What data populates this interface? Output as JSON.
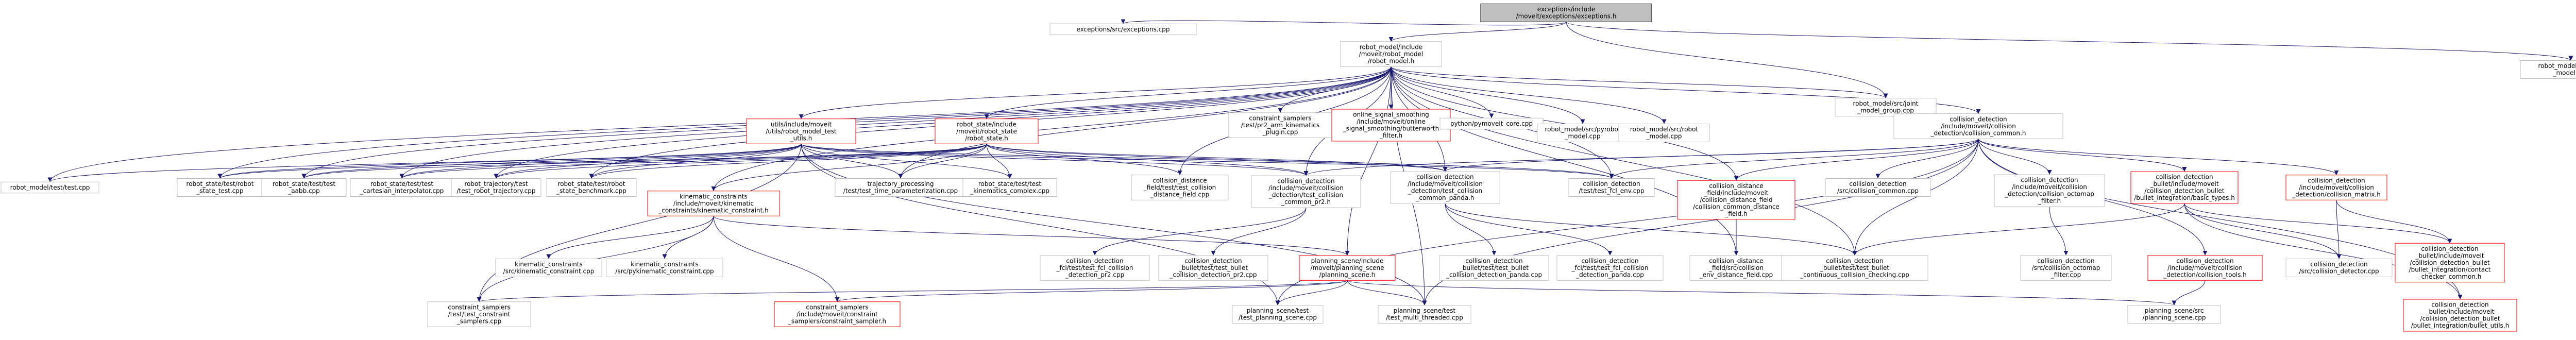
{
  "graph": {
    "colors": {
      "edge": "#191970",
      "node_border": "#bfbfbf",
      "node_border_incomplete": "#ff0000",
      "root_fill": "#bfbfbf",
      "root_border": "#000000",
      "text": "#000000",
      "background": "#ffffff"
    },
    "nodes": [
      {
        "id": "n0",
        "lines": [
          "exceptions/include",
          "/moveit/exceptions/exceptions.h"
        ],
        "root": true
      },
      {
        "id": "n1",
        "lines": [
          "exceptions/src/exceptions.cpp"
        ]
      },
      {
        "id": "n2",
        "lines": [
          "robot_model/include",
          "/moveit/robot_model",
          "/robot_model.h"
        ]
      },
      {
        "id": "n3",
        "lines": [
          "robot_model/src/joint",
          "_model_group.cpp"
        ]
      },
      {
        "id": "n4",
        "lines": [
          "robot_model/src/joint",
          "_model.cpp"
        ]
      },
      {
        "id": "n5",
        "lines": [
          "utils/include/moveit",
          "/utils/robot_model_test",
          "_utils.h"
        ],
        "incomplete": true
      },
      {
        "id": "n6",
        "lines": [
          "robot_state/include",
          "/moveit/robot_state",
          "/robot_state.h"
        ],
        "incomplete": true
      },
      {
        "id": "n7",
        "lines": [
          "constraint_samplers",
          "/test/pr2_arm_kinematics",
          "_plugin.cpp"
        ]
      },
      {
        "id": "n8",
        "lines": [
          "online_signal_smoothing",
          "/include/moveit/online",
          "_signal_smoothing/butterworth",
          "_filter.h"
        ],
        "incomplete": true
      },
      {
        "id": "n9",
        "lines": [
          "python/pymoveit_core.cpp"
        ]
      },
      {
        "id": "n10",
        "lines": [
          "robot_model/src/pyrobot",
          "_model.cpp"
        ]
      },
      {
        "id": "n11",
        "lines": [
          "robot_model/src/robot",
          "_model.cpp"
        ]
      },
      {
        "id": "n12",
        "lines": [
          "collision_detection",
          "/include/moveit/collision",
          "_detection/collision_common.h"
        ]
      },
      {
        "id": "n13",
        "lines": [
          "robot_model/test/test.cpp"
        ]
      },
      {
        "id": "n14",
        "lines": [
          "robot_state/test/robot",
          "_state_test.cpp"
        ]
      },
      {
        "id": "n15",
        "lines": [
          "robot_state/test/test",
          "_aabb.cpp"
        ]
      },
      {
        "id": "n16",
        "lines": [
          "robot_state/test/test",
          "_cartesian_interpolator.cpp"
        ]
      },
      {
        "id": "n17",
        "lines": [
          "robot_trajectory/test",
          "/test_robot_trajectory.cpp"
        ]
      },
      {
        "id": "n18",
        "lines": [
          "robot_state/test/robot",
          "_state_benchmark.cpp"
        ]
      },
      {
        "id": "n19",
        "lines": [
          "kinematic_constraints",
          "/include/moveit/kinematic",
          "_constraints/kinematic_constraint.h"
        ],
        "incomplete": true
      },
      {
        "id": "n20",
        "lines": [
          "trajectory_processing",
          "/test/test_time_parameterization.cpp"
        ]
      },
      {
        "id": "n21",
        "lines": [
          "robot_state/test/test",
          "_kinematics_complex.cpp"
        ]
      },
      {
        "id": "n22",
        "lines": [
          "collision_distance",
          "_field/test/test_collision",
          "_distance_field.cpp"
        ]
      },
      {
        "id": "n23",
        "lines": [
          "collision_detection",
          "/include/moveit/collision",
          "_detection/test_collision",
          "_common_pr2.h"
        ]
      },
      {
        "id": "n24",
        "lines": [
          "collision_detection",
          "/include/moveit/collision",
          "_detection/test_collision",
          "_common_panda.h"
        ]
      },
      {
        "id": "n25",
        "lines": [
          "collision_detection",
          "/test/test_fcl_env.cpp"
        ]
      },
      {
        "id": "n26",
        "lines": [
          "collision_distance",
          "_field/include/moveit",
          "/collision_distance_field",
          "/collision_common_distance",
          "_field.h"
        ],
        "incomplete": true
      },
      {
        "id": "n27",
        "lines": [
          "collision_detection",
          "/src/collision_common.cpp"
        ]
      },
      {
        "id": "n28",
        "lines": [
          "collision_detection",
          "/include/moveit/collision",
          "_detection/collision_octomap",
          "_filter.h"
        ]
      },
      {
        "id": "n29",
        "lines": [
          "collision_detection",
          "_bullet/include/moveit",
          "/collision_detection_bullet",
          "/bullet_integration/basic_types.h"
        ],
        "incomplete": true
      },
      {
        "id": "n30",
        "lines": [
          "collision_detection",
          "/include/moveit/collision",
          "_detection/collision_matrix.h"
        ],
        "incomplete": true
      },
      {
        "id": "n31",
        "lines": [
          "kinematic_constraints",
          "/src/kinematic_constraint.cpp"
        ]
      },
      {
        "id": "n32",
        "lines": [
          "kinematic_constraints",
          "/src/pykinematic_constraint.cpp"
        ]
      },
      {
        "id": "n33",
        "lines": [
          "collision_detection",
          "_fcl/test/test_fcl_collision",
          "_detection_pr2.cpp"
        ]
      },
      {
        "id": "n34",
        "lines": [
          "collision_detection",
          "_bullet/test/test_bullet",
          "_collision_detection_pr2.cpp"
        ]
      },
      {
        "id": "n35",
        "lines": [
          "planning_scene/include",
          "/moveit/planning_scene",
          "/planning_scene.h"
        ],
        "incomplete": true
      },
      {
        "id": "n36",
        "lines": [
          "collision_detection",
          "_bullet/test/test_bullet",
          "_collision_detection_panda.cpp"
        ]
      },
      {
        "id": "n37",
        "lines": [
          "collision_detection",
          "_fcl/test/test_fcl_collision",
          "_detection_panda.cpp"
        ]
      },
      {
        "id": "n38",
        "lines": [
          "collision_distance",
          "_field/src/collision",
          "_env_distance_field.cpp"
        ]
      },
      {
        "id": "n39",
        "lines": [
          "collision_detection",
          "_bullet/test/test_bullet",
          "_continuous_collision_checking.cpp"
        ]
      },
      {
        "id": "n40",
        "lines": [
          "collision_detection",
          "/src/collision_octomap",
          "_filter.cpp"
        ]
      },
      {
        "id": "n41",
        "lines": [
          "collision_detection",
          "/include/moveit/collision",
          "_detection/collision_tools.h"
        ],
        "incomplete": true
      },
      {
        "id": "n42",
        "lines": [
          "collision_detection",
          "/src/collision_detector.cpp"
        ]
      },
      {
        "id": "n43",
        "lines": [
          "collision_detection",
          "_bullet/include/moveit",
          "/collision_detection_bullet",
          "/bullet_integration/contact",
          "_checker_common.h"
        ],
        "incomplete": true
      },
      {
        "id": "n44",
        "lines": [
          "constraint_samplers",
          "/test/test_constraint",
          "_samplers.cpp"
        ]
      },
      {
        "id": "n45",
        "lines": [
          "constraint_samplers",
          "/include/moveit/constraint",
          "_samplers/constraint_sampler.h"
        ],
        "incomplete": true
      },
      {
        "id": "n46",
        "lines": [
          "planning_scene/test",
          "/test_planning_scene.cpp"
        ]
      },
      {
        "id": "n47",
        "lines": [
          "planning_scene/test",
          "/test_multi_threaded.cpp"
        ]
      },
      {
        "id": "n48",
        "lines": [
          "planning_scene/src",
          "/planning_scene.cpp"
        ]
      },
      {
        "id": "n49",
        "lines": [
          "collision_detection",
          "_bullet/include/moveit",
          "/collision_detection_bullet",
          "/bullet_integration/bullet_utils.h"
        ],
        "incomplete": true
      }
    ],
    "edges": [
      [
        "n0",
        "n1"
      ],
      [
        "n0",
        "n2"
      ],
      [
        "n0",
        "n3"
      ],
      [
        "n0",
        "n4"
      ],
      [
        "n2",
        "n3"
      ],
      [
        "n2",
        "n5"
      ],
      [
        "n2",
        "n6"
      ],
      [
        "n2",
        "n7"
      ],
      [
        "n2",
        "n8"
      ],
      [
        "n2",
        "n9"
      ],
      [
        "n2",
        "n10"
      ],
      [
        "n2",
        "n11"
      ],
      [
        "n2",
        "n12"
      ],
      [
        "n2",
        "n13"
      ],
      [
        "n2",
        "n14"
      ],
      [
        "n2",
        "n15"
      ],
      [
        "n2",
        "n16"
      ],
      [
        "n2",
        "n17"
      ],
      [
        "n2",
        "n18"
      ],
      [
        "n2",
        "n19"
      ],
      [
        "n2",
        "n20"
      ],
      [
        "n2",
        "n22"
      ],
      [
        "n2",
        "n23"
      ],
      [
        "n2",
        "n24"
      ],
      [
        "n2",
        "n25"
      ],
      [
        "n2",
        "n26"
      ],
      [
        "n2",
        "n35"
      ],
      [
        "n2",
        "n38"
      ],
      [
        "n2",
        "n39"
      ],
      [
        "n2",
        "n47"
      ],
      [
        "n5",
        "n13"
      ],
      [
        "n5",
        "n14"
      ],
      [
        "n5",
        "n15"
      ],
      [
        "n5",
        "n16"
      ],
      [
        "n5",
        "n17"
      ],
      [
        "n5",
        "n18"
      ],
      [
        "n5",
        "n20"
      ],
      [
        "n5",
        "n21"
      ],
      [
        "n5",
        "n23"
      ],
      [
        "n5",
        "n24"
      ],
      [
        "n5",
        "n25"
      ],
      [
        "n5",
        "n44"
      ],
      [
        "n5",
        "n46"
      ],
      [
        "n5",
        "n47"
      ],
      [
        "n6",
        "n14"
      ],
      [
        "n6",
        "n15"
      ],
      [
        "n6",
        "n16"
      ],
      [
        "n6",
        "n17"
      ],
      [
        "n6",
        "n18"
      ],
      [
        "n6",
        "n19"
      ],
      [
        "n6",
        "n20"
      ],
      [
        "n6",
        "n21"
      ],
      [
        "n6",
        "n22"
      ],
      [
        "n6",
        "n23"
      ],
      [
        "n6",
        "n24"
      ],
      [
        "n6",
        "n25"
      ],
      [
        "n12",
        "n23"
      ],
      [
        "n12",
        "n24"
      ],
      [
        "n12",
        "n25"
      ],
      [
        "n12",
        "n26"
      ],
      [
        "n12",
        "n27"
      ],
      [
        "n12",
        "n28"
      ],
      [
        "n12",
        "n29"
      ],
      [
        "n12",
        "n30"
      ],
      [
        "n12",
        "n39"
      ],
      [
        "n12",
        "n41"
      ],
      [
        "n12",
        "n46"
      ],
      [
        "n12",
        "n47"
      ],
      [
        "n12",
        "n49"
      ],
      [
        "n19",
        "n31"
      ],
      [
        "n19",
        "n32"
      ],
      [
        "n19",
        "n35"
      ],
      [
        "n19",
        "n44"
      ],
      [
        "n19",
        "n45"
      ],
      [
        "n23",
        "n33"
      ],
      [
        "n23",
        "n34"
      ],
      [
        "n24",
        "n36"
      ],
      [
        "n24",
        "n37"
      ],
      [
        "n24",
        "n39"
      ],
      [
        "n26",
        "n38"
      ],
      [
        "n28",
        "n40"
      ],
      [
        "n29",
        "n39"
      ],
      [
        "n29",
        "n42"
      ],
      [
        "n29",
        "n43"
      ],
      [
        "n29",
        "n49"
      ],
      [
        "n30",
        "n42"
      ],
      [
        "n30",
        "n43"
      ],
      [
        "n35",
        "n44"
      ],
      [
        "n35",
        "n45"
      ],
      [
        "n35",
        "n46"
      ],
      [
        "n35",
        "n47"
      ],
      [
        "n35",
        "n48"
      ],
      [
        "n41",
        "n48"
      ]
    ]
  }
}
